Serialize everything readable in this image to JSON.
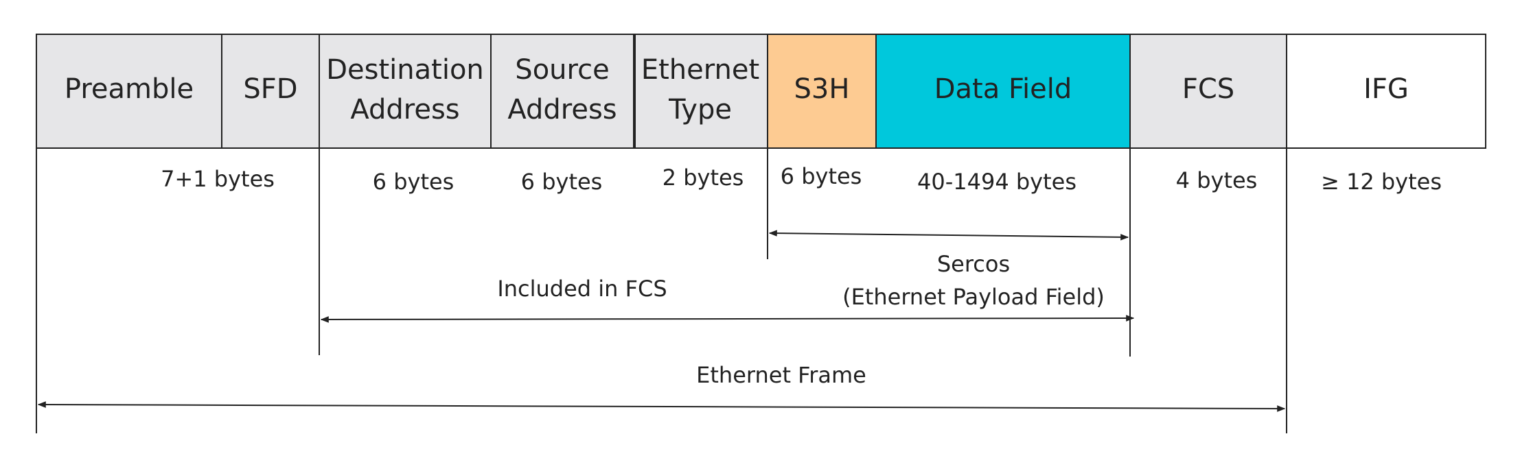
{
  "fields": [
    {
      "id": "preamble",
      "label_lines": [
        "Preamble"
      ],
      "fill": "#e6e6e8"
    },
    {
      "id": "sfd",
      "label_lines": [
        "SFD"
      ],
      "fill": "#e6e6e8"
    },
    {
      "id": "destination-address",
      "label_lines": [
        "Destination",
        "Address"
      ],
      "fill": "#e6e6e8"
    },
    {
      "id": "source-address",
      "label_lines": [
        "Source",
        "Address"
      ],
      "fill": "#e6e6e8"
    },
    {
      "id": "ethernet-type",
      "label_lines": [
        "Ethernet",
        "Type"
      ],
      "fill": "#e6e6e8"
    },
    {
      "id": "s3h",
      "label_lines": [
        "S3H"
      ],
      "fill": "#fdcb92"
    },
    {
      "id": "data-field",
      "label_lines": [
        "Data Field"
      ],
      "fill": "#00c8dc"
    },
    {
      "id": "fcs",
      "label_lines": [
        "FCS"
      ],
      "fill": "#e6e6e8"
    },
    {
      "id": "ifg",
      "label_lines": [
        "IFG"
      ],
      "fill": "#ffffff"
    }
  ],
  "sizes": {
    "preamble_sfd": "7+1 bytes",
    "destination": "6 bytes",
    "source": "6 bytes",
    "ethernet_type": "2 bytes",
    "s3h": "6 bytes",
    "data_field": "40-1494 bytes",
    "fcs": "4 bytes",
    "ifg": "≥ 12 bytes"
  },
  "spans": {
    "sercos_lines": [
      "Sercos",
      "(Ethernet Payload Field)"
    ],
    "included_in_fcs": "Included in FCS",
    "ethernet_frame": "Ethernet Frame"
  },
  "colors": {
    "stroke": "#222222",
    "text": "#222222"
  }
}
